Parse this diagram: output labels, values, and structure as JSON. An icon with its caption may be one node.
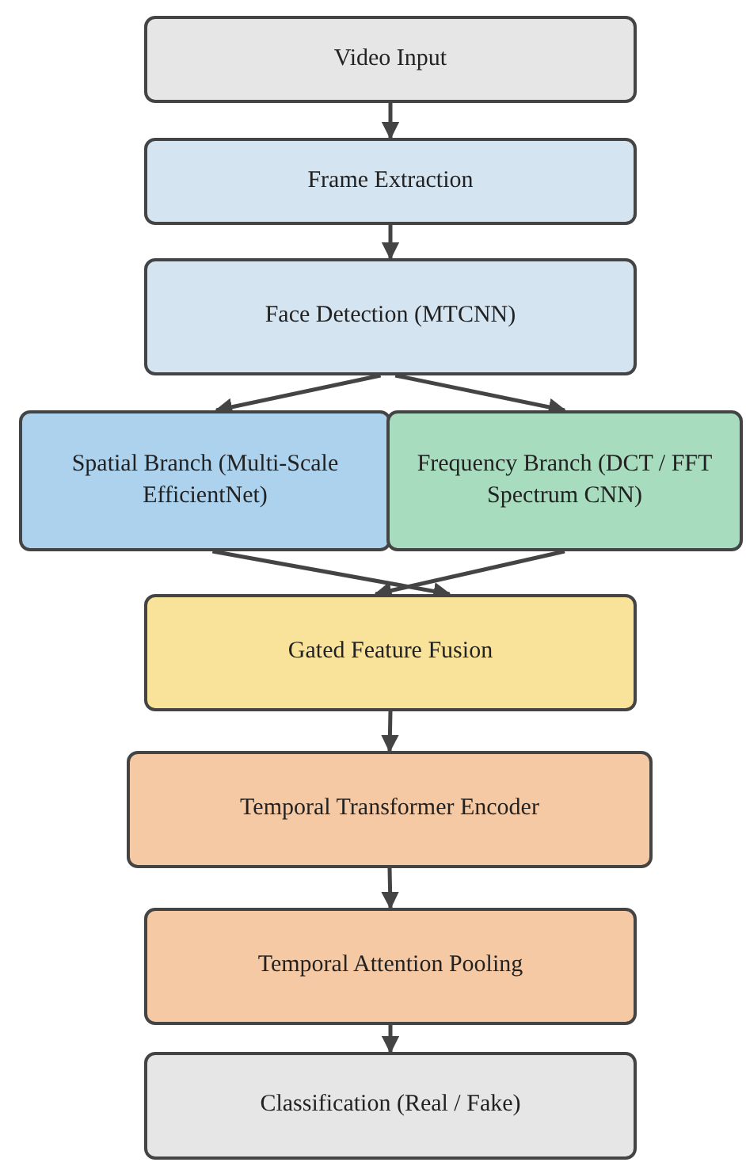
{
  "diagram": {
    "nodes": [
      {
        "text": [
          "Video Input"
        ]
      },
      {
        "text": [
          "Frame Extraction"
        ]
      },
      {
        "text": [
          "Face Detection (MTCNN)"
        ]
      },
      {
        "text": [
          "Spatial Branch (Multi-Scale EfficientNet)"
        ]
      },
      {
        "text": [
          "Frequency Branch (DCT / FFT Spectrum CNN)"
        ]
      },
      {
        "text": [
          "Gated Feature Fusion"
        ]
      },
      {
        "text": [
          "Temporal Transformer Encoder"
        ]
      },
      {
        "text": [
          "Temporal Attention Pooling"
        ]
      },
      {
        "text": [
          "Classification (Real / Fake)"
        ]
      }
    ],
    "edges": [
      {
        "from": 0,
        "to": 1,
        "arrow": "to"
      },
      {
        "from": 1,
        "to": 2,
        "arrow": "to"
      },
      {
        "from": 2,
        "to": 3,
        "arrow": "to"
      },
      {
        "from": 2,
        "to": 4,
        "arrow": "to"
      },
      {
        "from": 3,
        "to": 5,
        "arrow": "to"
      },
      {
        "from": 4,
        "to": 5,
        "arrow": "to"
      },
      {
        "from": 5,
        "to": 6,
        "arrow": "to"
      },
      {
        "from": 6,
        "to": 7,
        "arrow": "to"
      },
      {
        "from": 7,
        "to": 8,
        "arrow": "to"
      }
    ]
  }
}
